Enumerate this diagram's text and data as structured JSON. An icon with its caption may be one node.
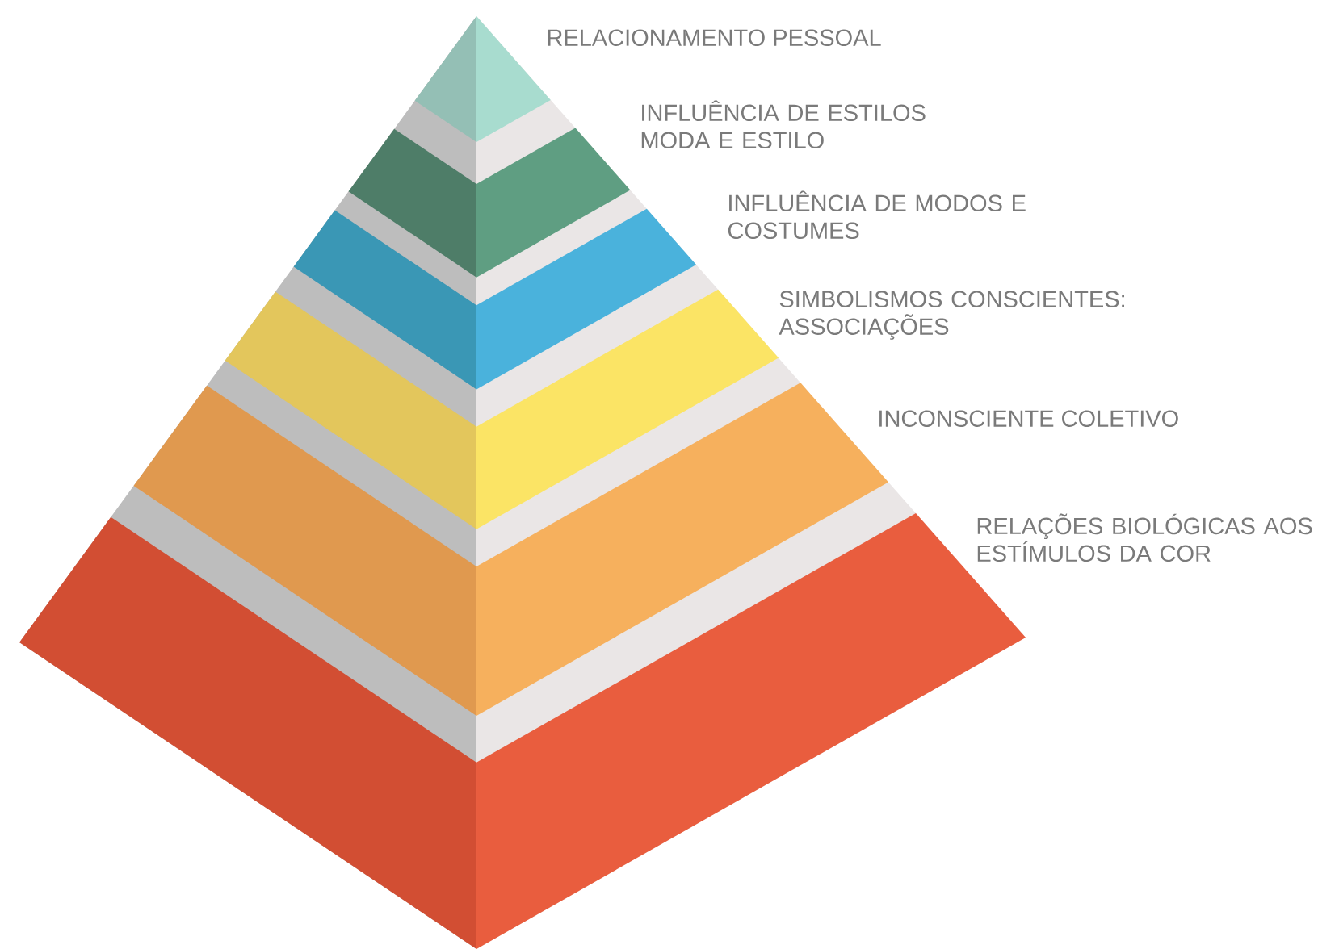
{
  "diagram": {
    "nodes": [
      {
        "text": [
          "RELACIONAMENTO PESSOAL"
        ]
      },
      {
        "text": [
          "INFLUÊNCIA DE ESTILOS MODA E ESTILO"
        ]
      },
      {
        "text": [
          "INFLUÊNCIA DE MODOS E COSTUMES"
        ]
      },
      {
        "text": [
          "SIMBOLISMOS CONSCIENTES: ASSOCIAÇÕES"
        ]
      },
      {
        "text": [
          "INCONSCIENTE COLETIVO"
        ]
      },
      {
        "text": [
          "RELAÇÕES BIOLÓGICAS AOS ESTÍMULOS DA COR"
        ]
      }
    ]
  }
}
